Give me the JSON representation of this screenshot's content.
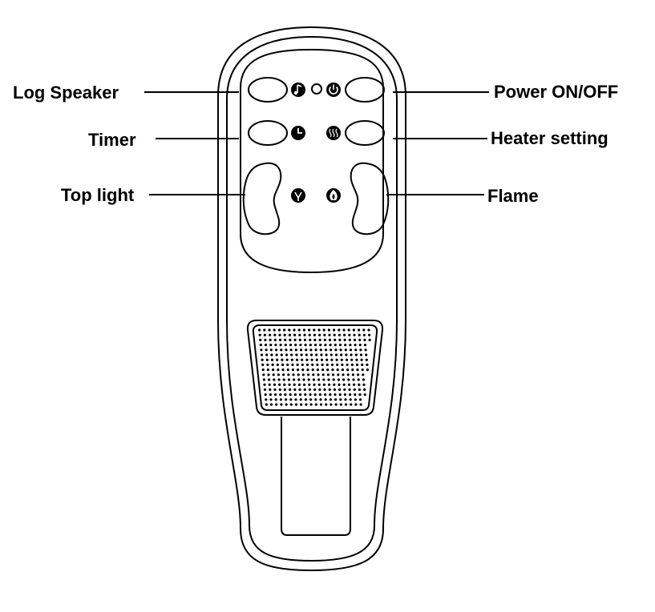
{
  "labels": {
    "log_speaker": "Log Speaker",
    "power": "Power ON/OFF",
    "timer": "Timer",
    "heater": "Heater setting",
    "top_light": "Top light",
    "flame": "Flame"
  },
  "icons": {
    "log_speaker": "music-note-icon",
    "indicator": "indicator-led",
    "power": "power-icon",
    "timer": "timer-clock-icon",
    "heater": "heater-waves-icon",
    "top_light": "top-light-icon",
    "flame": "flame-icon"
  },
  "colors": {
    "ink": "#000000",
    "paper": "#ffffff"
  }
}
